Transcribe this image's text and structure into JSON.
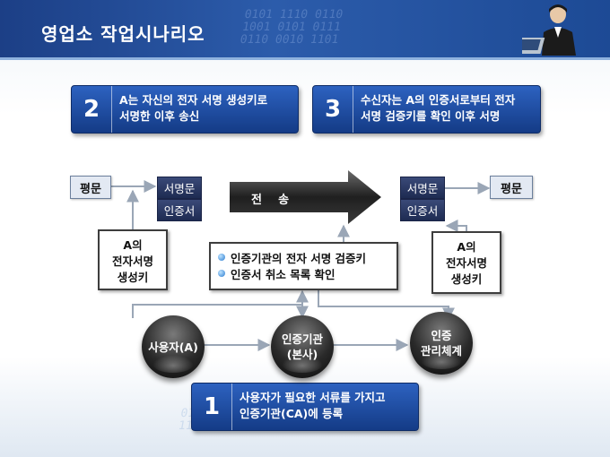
{
  "header": {
    "title": "영업소 작업시나리오"
  },
  "steps": [
    {
      "num": "2",
      "line1": "A는 자신의 전자 서명 생성키로",
      "line2": "서명한 이후 송신"
    },
    {
      "num": "3",
      "line1": "수신자는 A의 인증서로부터 전자",
      "line2": "서명 검증키를 확인 이후 서명"
    },
    {
      "num": "1",
      "line1": "사용자가 필요한 서류를 가지고",
      "line2": "인증기관(CA)에 등록"
    }
  ],
  "sender": {
    "plain": "평문",
    "signed": "서명문",
    "cert": "인증서"
  },
  "transmit": {
    "label": "전    송"
  },
  "receiver": {
    "signed": "서명문",
    "cert": "인증서",
    "plain": "평문"
  },
  "left_sig": {
    "line1": "A의",
    "line2": "전자서명",
    "line3": "생성키"
  },
  "right_sig": {
    "line1": "A의",
    "line2": "전자서명",
    "line3": "생성키"
  },
  "ca_info": {
    "items": [
      "인증기관의 전자 서명 검증키",
      "인증서 취소 목록 확인"
    ]
  },
  "nodes": {
    "user": "사용자(A)",
    "ca_line1": "인증기관",
    "ca_line2": "(본사)",
    "mgmt_line1": "인증",
    "mgmt_line2": "관리체계"
  },
  "colors": {
    "header": "#1c3f86",
    "step_box": "#1e4da0",
    "navy_box": "#26335e",
    "sphere": "#2a2a2a"
  }
}
